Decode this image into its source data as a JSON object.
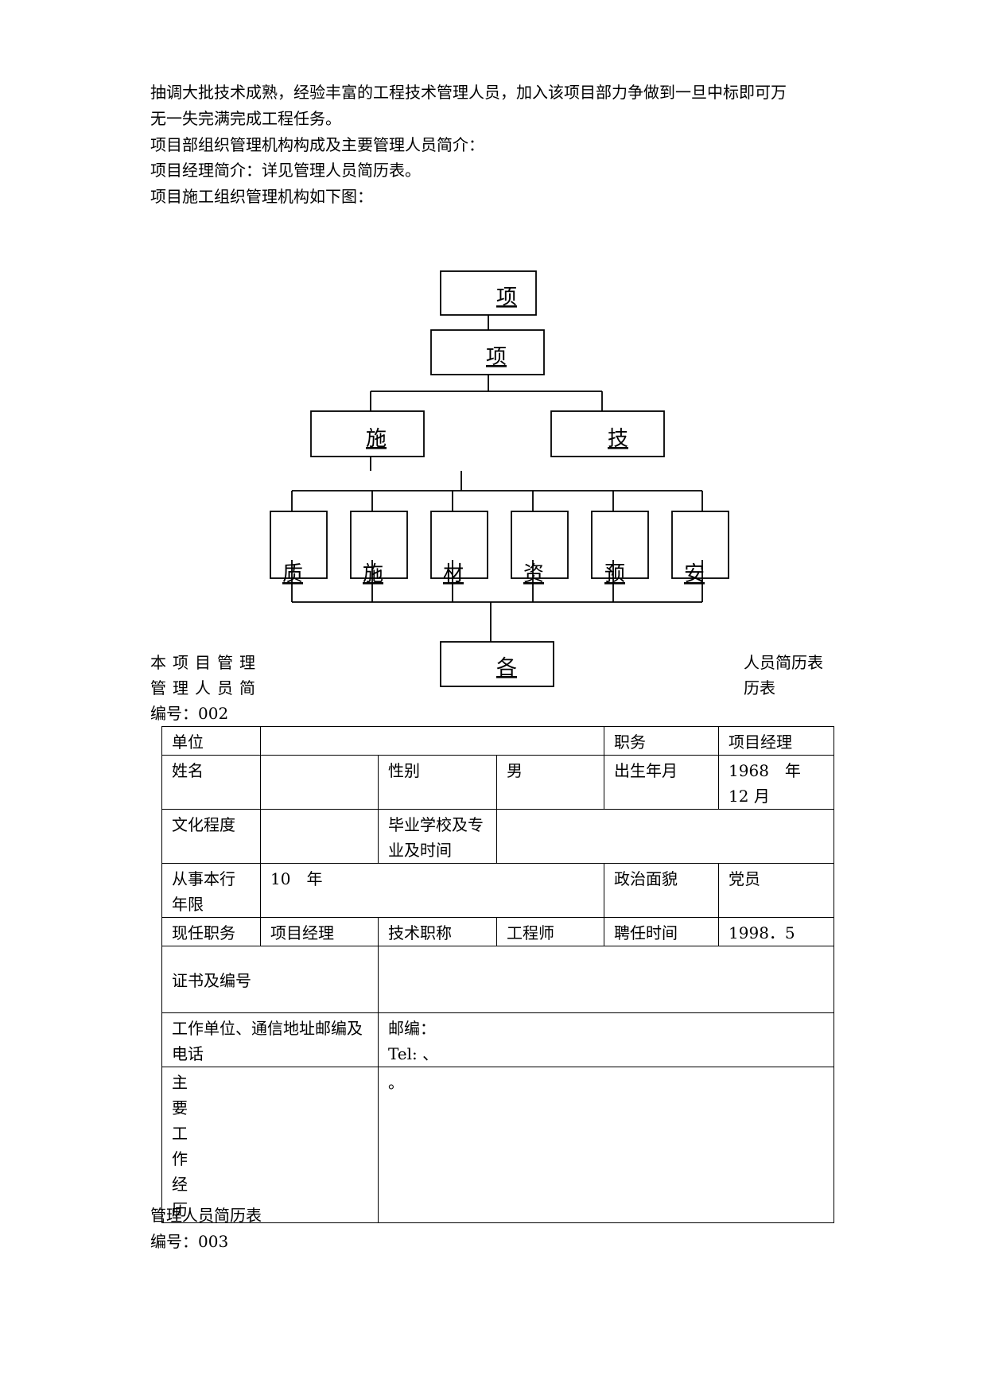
{
  "intro": {
    "line1": "抽调大批技术成熟，经验丰富的工程技术管理人员，加入该项目部力争做到一旦中标即可万",
    "line2": "无一失完满完成工程任务。",
    "line3": "项目部组织管理机构构成及主要管理人员简介：",
    "line4": "项目经理简介：详见管理人员简历表。",
    "line5": "项目施工组织管理机构如下图："
  },
  "org_chart": {
    "top": "项",
    "second": "项",
    "left_branch": "施",
    "right_branch": "技",
    "departments": [
      "质",
      "施",
      "材",
      "资",
      "预",
      "安"
    ],
    "bottom": "各"
  },
  "captions": {
    "left_line1": "本项目管理",
    "left_line2": "管理人员简",
    "right_line1": "人员简历表",
    "right_line2": "历表",
    "number_002": "编号：002"
  },
  "resume": {
    "unit_label": "单位",
    "unit_value": "",
    "position_label": "职务",
    "position_value": "项目经理",
    "name_label": "姓名",
    "name_value": "",
    "gender_label": "性别",
    "gender_value": "男",
    "birth_label": "出生年月",
    "birth_value": "1968　年　12 月",
    "education_label": "文化程度",
    "education_value": "",
    "school_label": "毕业学校及专业及时间",
    "school_value": "",
    "years_label": "从事本行年限",
    "years_value": "10　年",
    "politics_label": "政治面貌",
    "politics_value": "党员",
    "current_label": "现任职务",
    "current_value": "项目经理",
    "title_label": "技术职称",
    "title_value": "工程师",
    "hire_label": "聘任时间",
    "hire_value": "1998．5",
    "cert_label": "证书及编号",
    "cert_value": "",
    "address_label": "工作单位、通信地址邮编及电话",
    "postcode": "邮编：",
    "tel": "Tel: 、",
    "experience_label": [
      "主",
      "要",
      "工",
      "作",
      "经",
      "历"
    ],
    "experience_value": "。"
  },
  "footer": {
    "title": "管理人员简历表",
    "number_003": "编号：003"
  }
}
